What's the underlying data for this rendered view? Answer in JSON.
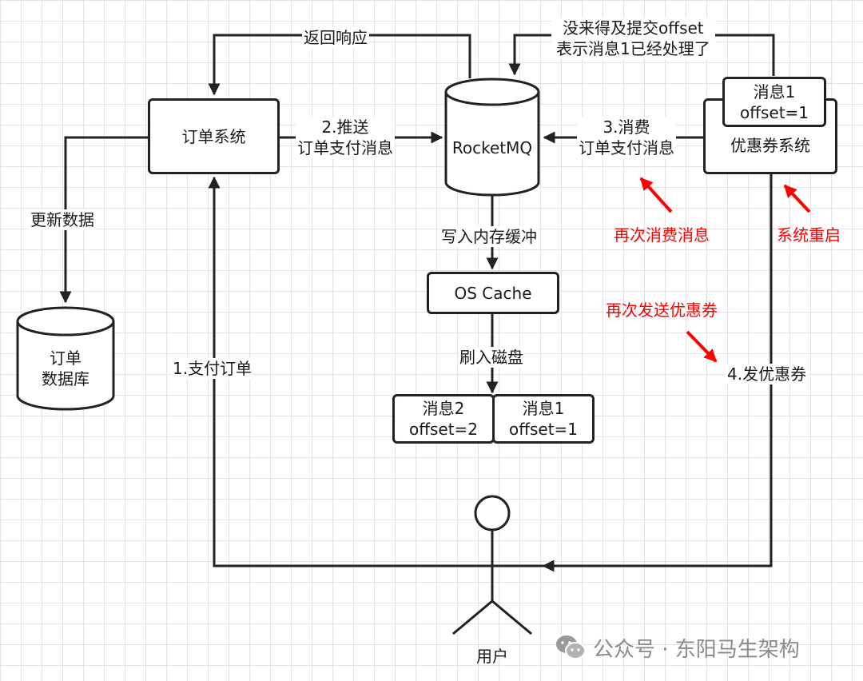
{
  "nodes": {
    "order_system": "订单系统",
    "rocketmq": "RocketMQ",
    "coupon_system": "优惠券系统",
    "os_cache": "OS Cache",
    "order_db_line1": "订单",
    "order_db_line2": "数据库",
    "user": "用户",
    "msg_on_coupon_line1": "消息1",
    "msg_on_coupon_line2": "offset=1",
    "disk_msg2_line1": "消息2",
    "disk_msg2_line2": "offset=2",
    "disk_msg1_line1": "消息1",
    "disk_msg1_line2": "offset=1"
  },
  "labels": {
    "return_response": "返回响应",
    "offset_note_line1": "没来得及提交offset",
    "offset_note_line2": "表示消息1已经处理了",
    "push_line1": "2.推送",
    "push_line2": "订单支付消息",
    "consume_line1": "3.消费",
    "consume_line2": "订单支付消息",
    "update_data": "更新数据",
    "write_cache": "写入内存缓冲",
    "flush_disk": "刷入磁盘",
    "pay_order": "1.支付订单",
    "send_coupon": "4.发优惠券"
  },
  "annotations": {
    "reconsume": "再次消费消息",
    "restart": "系统重启",
    "resend_coupon": "再次发送优惠券"
  },
  "colors": {
    "stroke": "#222222",
    "annotation": "#ff0000",
    "grid": "#e3e3e3"
  },
  "watermark": {
    "text": "公众号 · 东阳马生架构",
    "icon": "wechat-icon"
  }
}
